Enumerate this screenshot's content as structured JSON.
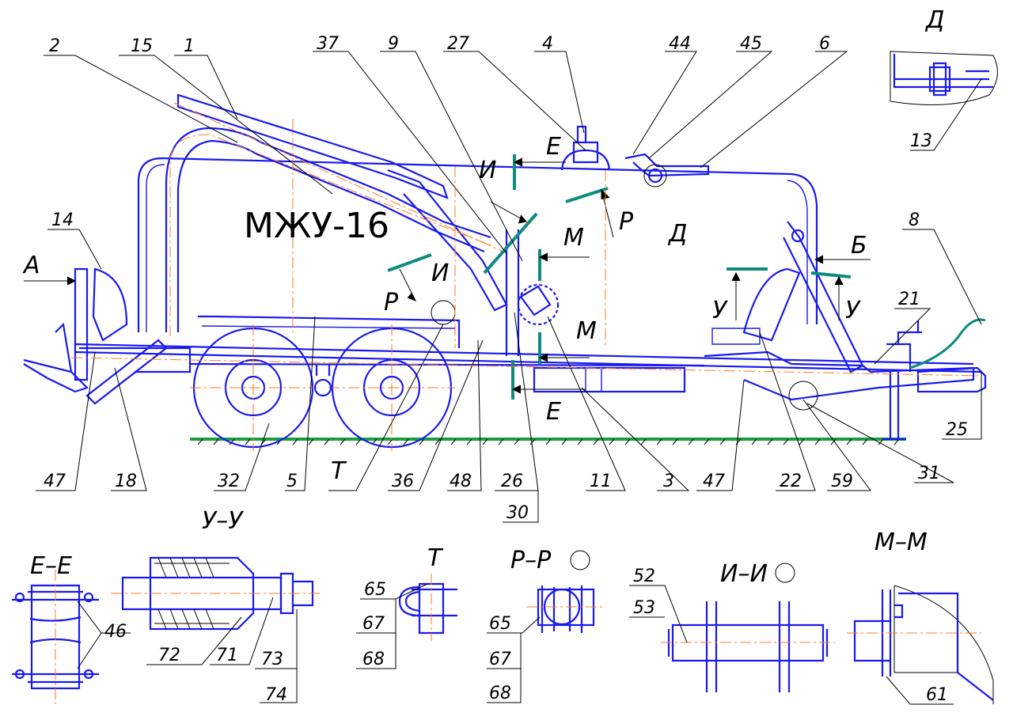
{
  "title": "МЖУ-16",
  "labels": {
    "n1": "1",
    "n2": "2",
    "n3": "3",
    "n4": "4",
    "n5": "5",
    "n6": "6",
    "n8": "8",
    "n9": "9",
    "n11": "11",
    "n13": "13",
    "n14": "14",
    "n15": "15",
    "n18": "18",
    "n21": "21",
    "n22": "22",
    "n25": "25",
    "n26": "26",
    "n27": "27",
    "n30": "30",
    "n31": "31",
    "n32": "32",
    "n36": "36",
    "n37": "37",
    "n44": "44",
    "n45": "45",
    "n46": "46",
    "n47a": "47",
    "n47b": "47",
    "n48": "48",
    "n52": "52",
    "n53": "53",
    "n59": "59",
    "n61": "61",
    "n65a": "65",
    "n65b": "65",
    "n67a": "67",
    "n67b": "67",
    "n68a": "68",
    "n68b": "68",
    "n71": "71",
    "n72": "72",
    "n73": "73",
    "n74": "74"
  },
  "markers": {
    "A": "А",
    "B": "Б",
    "D": "Д",
    "E1": "Е",
    "E2": "Е",
    "I1": "И",
    "I2": "И",
    "M1": "М",
    "M2": "М",
    "R1": "Р",
    "R2": "Р",
    "T": "Т",
    "U1": "У",
    "U2": "У"
  },
  "sections": {
    "EE": "Е–Е",
    "UU": "У–У",
    "T": "Т",
    "RR": "Р–Р",
    "II": "И–И",
    "MM": "М–М",
    "D": "Д"
  },
  "colors": {
    "outline": "#1a1aee",
    "axis": "#ff7a1a",
    "section_line": "#0e8a80",
    "ground": "#18a040",
    "leader": "#000000"
  }
}
